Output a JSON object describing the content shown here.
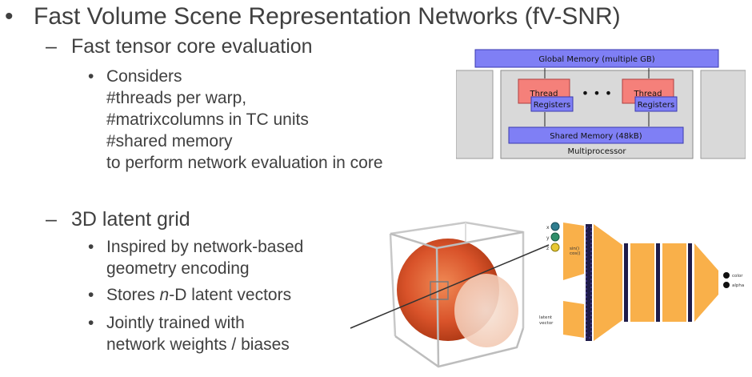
{
  "title": "Fast Volume Scene Representation Networks (fV-SNR)",
  "bullet1": "•",
  "dash": "–",
  "dot": "•",
  "section1": {
    "heading": "Fast tensor core evaluation",
    "considers": "Considers",
    "lines": [
      "#threads per warp,",
      "#matrixcolumns in TC units",
      "#shared memory",
      "to perform network evaluation in core"
    ]
  },
  "section2": {
    "heading": "3D latent grid",
    "item1": [
      "Inspired by network-based",
      "geometry encoding"
    ],
    "item2_pre": "Stores ",
    "item2_em": "n",
    "item2_post": "-D latent vectors",
    "item3": [
      "Jointly trained with",
      "network weights / biases"
    ]
  },
  "gpu_diagram": {
    "global_memory": "Global Memory (multiple GB)",
    "thread": "Thread",
    "registers": "Registers",
    "shared_memory": "Shared Memory (48kB)",
    "multiprocessor": "Multiprocessor",
    "ellipsis": "• • •",
    "colors": {
      "blue": "#7f7ff5",
      "red": "#f5807a",
      "gray": "#d9d9d9",
      "graydark": "#bdbdbd"
    }
  },
  "network_diagram": {
    "inputs": [
      "x",
      "y",
      "z"
    ],
    "sincos": [
      "sin()",
      "cos()"
    ],
    "latent_label": [
      "latent",
      "vector"
    ],
    "outputs": [
      "color",
      "alpha"
    ],
    "colors": {
      "layer": "#f9b04a",
      "dark": "#1f1c4a"
    }
  }
}
